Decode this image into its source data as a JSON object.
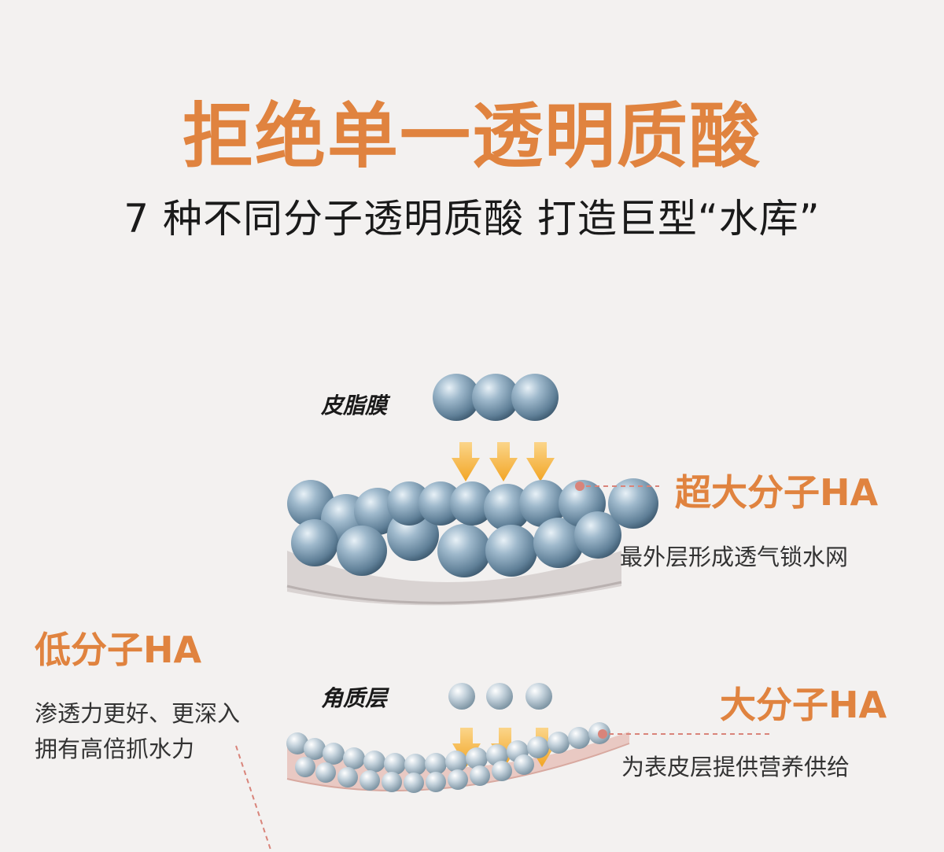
{
  "header": {
    "title": "拒绝单一透明质酸",
    "subtitle": "7 种不同分子透明质酸 打造巨型“水库”"
  },
  "layers": {
    "top": {
      "label": "皮脂膜"
    },
    "bottom": {
      "label": "角质层"
    }
  },
  "annotations": {
    "ultra_large": {
      "title": "超大分子HA",
      "desc": "最外层形成透气锁水网"
    },
    "large": {
      "title": "大分子HA",
      "desc": "为表皮层提供营养供给"
    },
    "low": {
      "title": "低分子HA",
      "desc_line1": "渗透力更好、更深入",
      "desc_line2": "拥有高倍抓水力"
    }
  },
  "colors": {
    "accent": "#e0833f",
    "background": "#f3f1f0",
    "bead": "#7f9db3",
    "arrow": "#f2a524",
    "leader": "#d9847a"
  }
}
